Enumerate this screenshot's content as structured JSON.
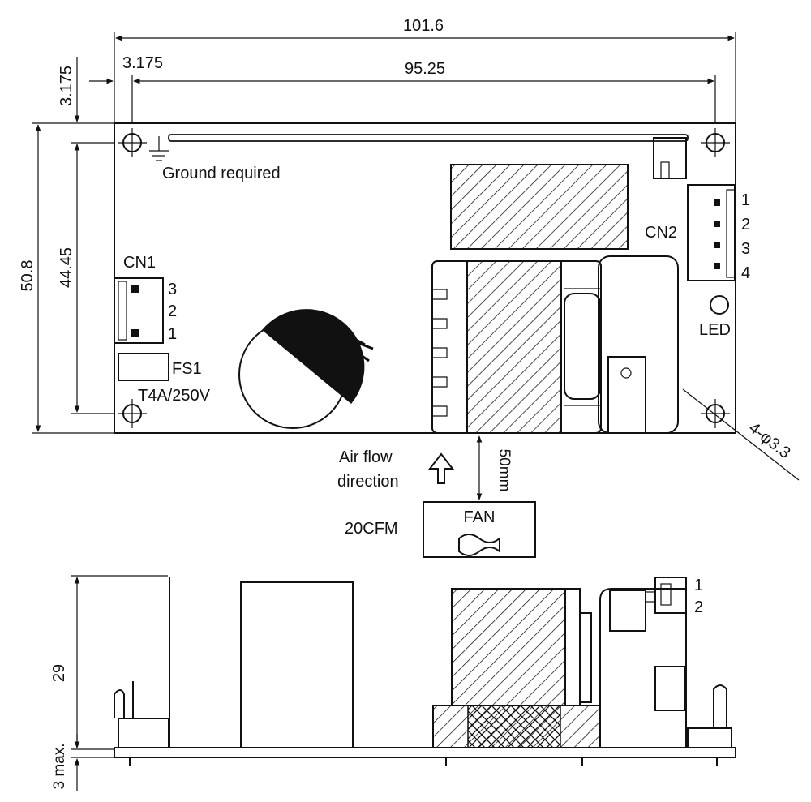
{
  "dimensions": {
    "overall_length": "101.6",
    "hole_spacing_x": "95.25",
    "hole_offset_x": "3.175",
    "hole_offset_y": "3.175",
    "overall_width": "50.8",
    "hole_spacing_y": "44.45",
    "mounting_holes": "4-φ3.3",
    "height": "29",
    "clearance": "3 max.",
    "fan_distance": "50mm"
  },
  "labels": {
    "ground": "Ground required",
    "cn1": "CN1",
    "cn2": "CN2",
    "fs1": "FS1",
    "fuse_rating": "T4A/250V",
    "led": "LED",
    "airflow_line1": "Air flow",
    "airflow_line2": "direction",
    "fan": "FAN",
    "fan_cfm": "20CFM"
  },
  "pins": {
    "cn1": [
      "3",
      "2",
      "1"
    ],
    "cn2": [
      "1",
      "2",
      "3",
      "4"
    ],
    "side_connector": [
      "1",
      "2"
    ]
  }
}
